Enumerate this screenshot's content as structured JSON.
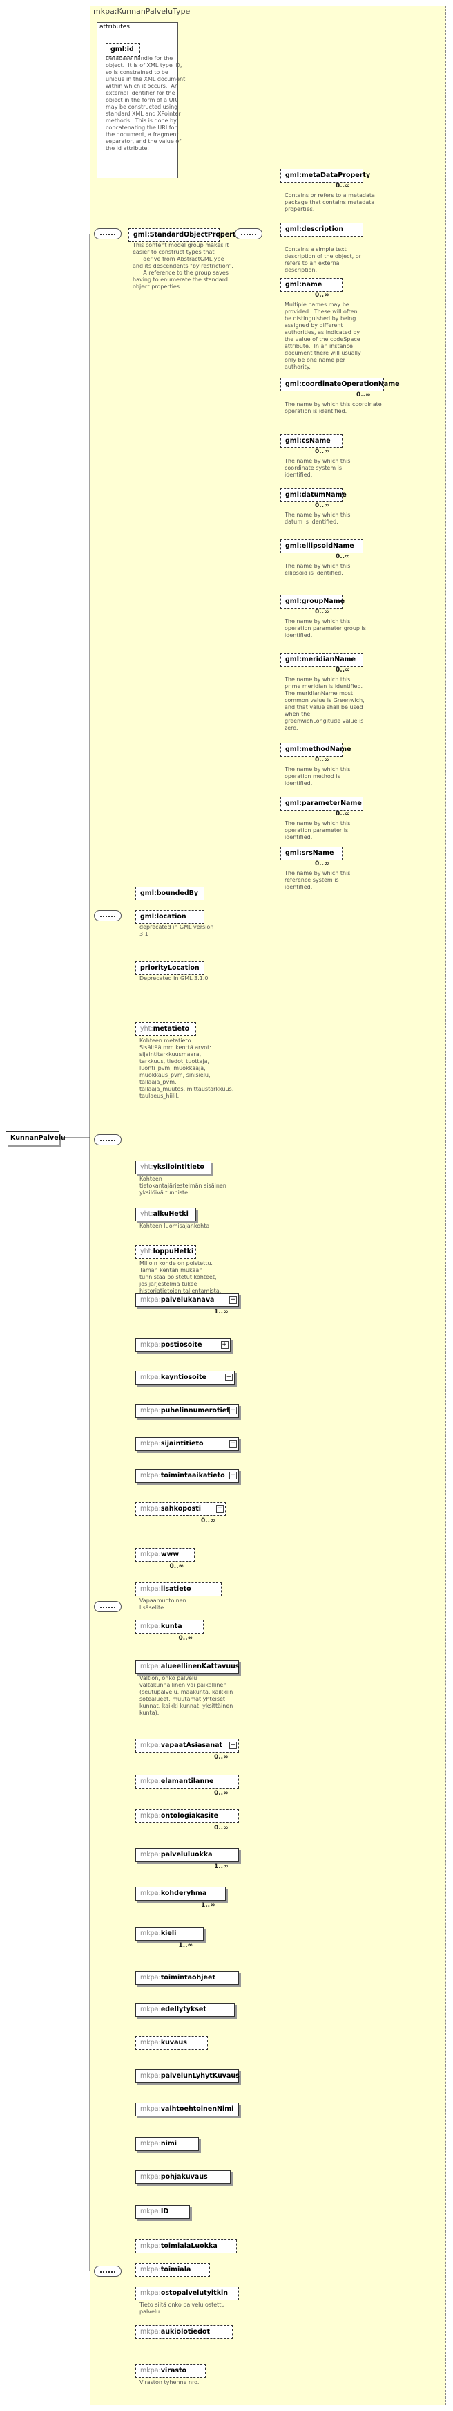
{
  "type_title": "mkpa:KunnanPalveluType",
  "root": {
    "name": "KunnanPalvelu"
  },
  "attributes": {
    "header": "attributes",
    "gmlid": {
      "name": "gml:id",
      "doc": "Database handle for the\nobject.  It is of XML type ID,\nso is constrained to be\nunique in the XML document\nwithin which it occurs.  An\nexternal identifier for the\nobject in the form of a URI\nmay be constructed using\nstandard XML and XPointer\nmethods.  This is done by\nconcatenating the URI for\nthe document, a fragment\nseparator, and the value of\nthe id attribute."
    }
  },
  "std_props": {
    "name": "gml:StandardObjectProperties",
    "doc": "This content model group makes it\neasier to construct types that\n      derive from AbstractGMLType\nand its descendents \"by restriction\".\n      A reference to the group saves\nhaving to enumerate the standard\nobject properties.",
    "items": [
      {
        "name": "gml:metaDataProperty",
        "occ": "0..∞",
        "doc": "Contains or refers to a metadata\npackage that contains metadata\nproperties."
      },
      {
        "name": "gml:description",
        "occ": "",
        "doc": "Contains a simple text\ndescription of the object, or\nrefers to an external\ndescription."
      },
      {
        "name": "gml:name",
        "occ": "0..∞",
        "doc": "Multiple names may be\nprovided.  These will often\nbe distinguished by being\nassigned by different\nauthorities, as indicated by\nthe value of the codeSpace\nattribute.  In an instance\ndocument there will usually\nonly be one name per\nauthority."
      },
      {
        "name": "gml:coordinateOperationName",
        "occ": "0..∞",
        "doc": "The name by which this coordinate\noperation is identified."
      },
      {
        "name": "gml:csName",
        "occ": "0..∞",
        "doc": "The name by which this\ncoordinate system is\nidentified."
      },
      {
        "name": "gml:datumName",
        "occ": "0..∞",
        "doc": "The name by which this\ndatum is identified."
      },
      {
        "name": "gml:ellipsoidName",
        "occ": "0..∞",
        "doc": "The name by which this\nellipsoid is identified."
      },
      {
        "name": "gml:groupName",
        "occ": "0..∞",
        "doc": "The name by which this\noperation parameter group is\nidentified."
      },
      {
        "name": "gml:meridianName",
        "occ": "0..∞",
        "doc": "The name by which this\nprime meridian is identified.\nThe meridianName most\ncommon value is Greenwich,\nand that value shall be used\nwhen the\ngreenwichLongitude value is\nzero."
      },
      {
        "name": "gml:methodName",
        "occ": "0..∞",
        "doc": "The name by which this\noperation method is\nidentified."
      },
      {
        "name": "gml:parameterName",
        "occ": "0..∞",
        "doc": "The name by which this\noperation parameter is\nidentified."
      },
      {
        "name": "gml:srsName",
        "occ": "0..∞",
        "doc": "The name by which this\nreference system is\nidentified."
      }
    ]
  },
  "gml_props": [
    {
      "name": "gml:boundedBy",
      "doc": ""
    },
    {
      "name": "gml:location",
      "doc": "deprecated in GML version\n3.1"
    },
    {
      "name": "priorityLocation",
      "doc": "Deprecated in GML 3.1.0"
    }
  ],
  "yht_props": [
    {
      "pfx": "yht:",
      "name": "metatieto",
      "occ": "",
      "doc": "Kohteen metatieto.\nSisältää mm kenttä arvot:\nsijaintitarkkuusmaara,\ntarkkuus, tiedot_tuottaja,\nluonti_pvm, muokkaaja,\nmuokkaus_pvm, sinisielu,\ntallaaja_pvm,\ntallaaja_muutos, mittaustarkkuus,\ntaulaeus_hiilil."
    },
    {
      "pfx": "yht:",
      "name": "yksilointitieto",
      "occ": "",
      "doc": "Kohteen\ntietokantajärjestelmän sisäinen\nyksilöivä tunniste."
    },
    {
      "pfx": "yht:",
      "name": "alkuHetki",
      "occ": "",
      "doc": "Kohteen luomisajankohta"
    },
    {
      "pfx": "yht:",
      "name": "loppuHetki",
      "occ": "",
      "doc": "Milloin kohde on poistettu.\nTämän kentän mukaan\ntunnistaa poistetut kohteet,\njos järjestelmä tukee\nhistoriatietojen tallentamista."
    }
  ],
  "mkpa_props": [
    {
      "pfx": "mkpa:",
      "name": "palvelukanava",
      "occ": "1..∞",
      "doc": "",
      "plus": true
    },
    {
      "pfx": "mkpa:",
      "name": "postiosoite",
      "occ": "",
      "doc": "",
      "plus": true
    },
    {
      "pfx": "mkpa:",
      "name": "kayntiosoite",
      "occ": "",
      "doc": "",
      "plus": true
    },
    {
      "pfx": "mkpa:",
      "name": "puhelinnumerotieto",
      "occ": "",
      "doc": "",
      "plus": true
    },
    {
      "pfx": "mkpa:",
      "name": "sijaintitieto",
      "occ": "",
      "doc": "",
      "plus": true
    },
    {
      "pfx": "mkpa:",
      "name": "toimintaaikatieto",
      "occ": "",
      "doc": "",
      "plus": true
    },
    {
      "pfx": "mkpa:",
      "name": "sahkoposti",
      "occ": "0..∞",
      "doc": "",
      "plus": true
    },
    {
      "pfx": "mkpa:",
      "name": "www",
      "occ": "0..∞",
      "doc": "",
      "plus": false
    },
    {
      "pfx": "mkpa:",
      "name": "lisatieto",
      "occ": "",
      "doc": "Vapaamuotoinen\nlisäselite."
    },
    {
      "pfx": "mkpa:",
      "name": "kunta",
      "occ": "0..∞",
      "doc": "",
      "plus": false
    },
    {
      "pfx": "mkpa:",
      "name": "alueellinenKattavuus",
      "occ": "",
      "doc": "Valtion, onko palvelu\nvaltakunnallinen vai paikallinen\n(seutupalvelu, maakunta, kaikkiin\nsotealueet, muutamat yhteiset\nkunnat, kaikki kunnat, yksittäinen\nkunta)."
    },
    {
      "pfx": "mkpa:",
      "name": "vapaatAsiasanat",
      "occ": "0..∞",
      "doc": "",
      "plus": true
    },
    {
      "pfx": "mkpa:",
      "name": "elamantilanne",
      "occ": "0..∞",
      "doc": "",
      "plus": false
    },
    {
      "pfx": "mkpa:",
      "name": "ontologiakasite",
      "occ": "0..∞",
      "doc": "",
      "plus": false
    },
    {
      "pfx": "mkpa:",
      "name": "palveluluokka",
      "occ": "1..∞",
      "doc": "",
      "plus": false
    },
    {
      "pfx": "mkpa:",
      "name": "kohderyhma",
      "occ": "1..∞",
      "doc": "",
      "plus": false
    },
    {
      "pfx": "mkpa:",
      "name": "kieli",
      "occ": "1..∞",
      "doc": "",
      "plus": false
    },
    {
      "pfx": "mkpa:",
      "name": "toimintaohjeet",
      "occ": "",
      "doc": "",
      "plus": false
    },
    {
      "pfx": "mkpa:",
      "name": "edellytykset",
      "occ": "",
      "doc": "",
      "plus": false
    },
    {
      "pfx": "mkpa:",
      "name": "kuvaus",
      "occ": "",
      "doc": "",
      "plus": false
    },
    {
      "pfx": "mkpa:",
      "name": "palvelunLyhytKuvaus",
      "occ": "",
      "doc": "",
      "plus": false
    },
    {
      "pfx": "mkpa:",
      "name": "vaihtoehtoinenNimi",
      "occ": "",
      "doc": "",
      "plus": false
    },
    {
      "pfx": "mkpa:",
      "name": "nimi",
      "occ": "",
      "doc": "",
      "plus": false
    },
    {
      "pfx": "mkpa:",
      "name": "pohjakuvaus",
      "occ": "",
      "doc": "",
      "plus": false
    },
    {
      "pfx": "mkpa:",
      "name": "ID",
      "occ": "",
      "doc": "",
      "plus": false
    }
  ],
  "tail_props": [
    {
      "pfx": "mkpa:",
      "name": "toimialaLuokka",
      "occ": "",
      "doc": ""
    },
    {
      "pfx": "mkpa:",
      "name": "toimiala",
      "occ": "",
      "doc": ""
    },
    {
      "pfx": "mkpa:",
      "name": "ostopalvelutyitkin",
      "occ": "",
      "doc": "Tieto siitä onko palvelu ostettu\npalvelu."
    },
    {
      "pfx": "mkpa:",
      "name": "aukiolotiedot",
      "occ": "",
      "doc": ""
    },
    {
      "pfx": "mkpa:",
      "name": "virasto",
      "occ": "",
      "doc": "Viraston tyhenne nro."
    }
  ]
}
